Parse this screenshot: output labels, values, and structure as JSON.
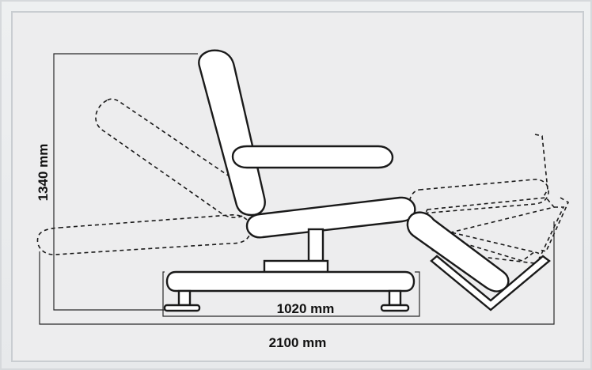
{
  "dimensions": {
    "height_label": "1340 mm",
    "base_width_label": "1020 mm",
    "total_length_label": "2100 mm"
  }
}
